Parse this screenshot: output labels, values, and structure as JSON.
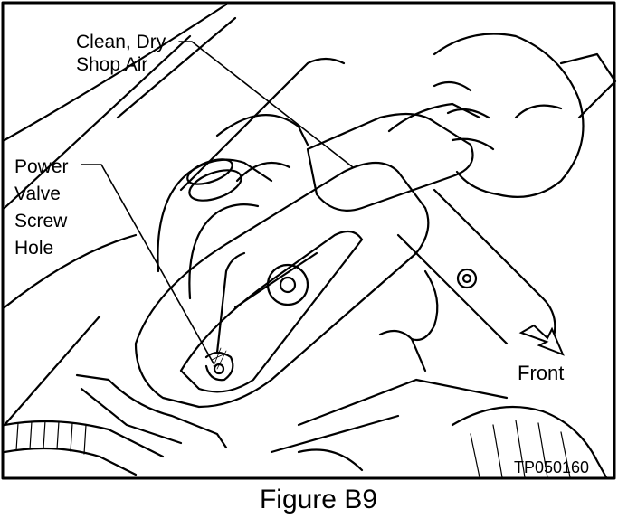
{
  "callouts": {
    "air_line1": "Clean, Dry",
    "air_line2": "Shop Air",
    "pv_line1": "Power",
    "pv_line2": "Valve",
    "pv_line3": "Screw",
    "pv_line4": "Hole",
    "front": "Front"
  },
  "code": "TP050160",
  "caption": "Figure B9"
}
